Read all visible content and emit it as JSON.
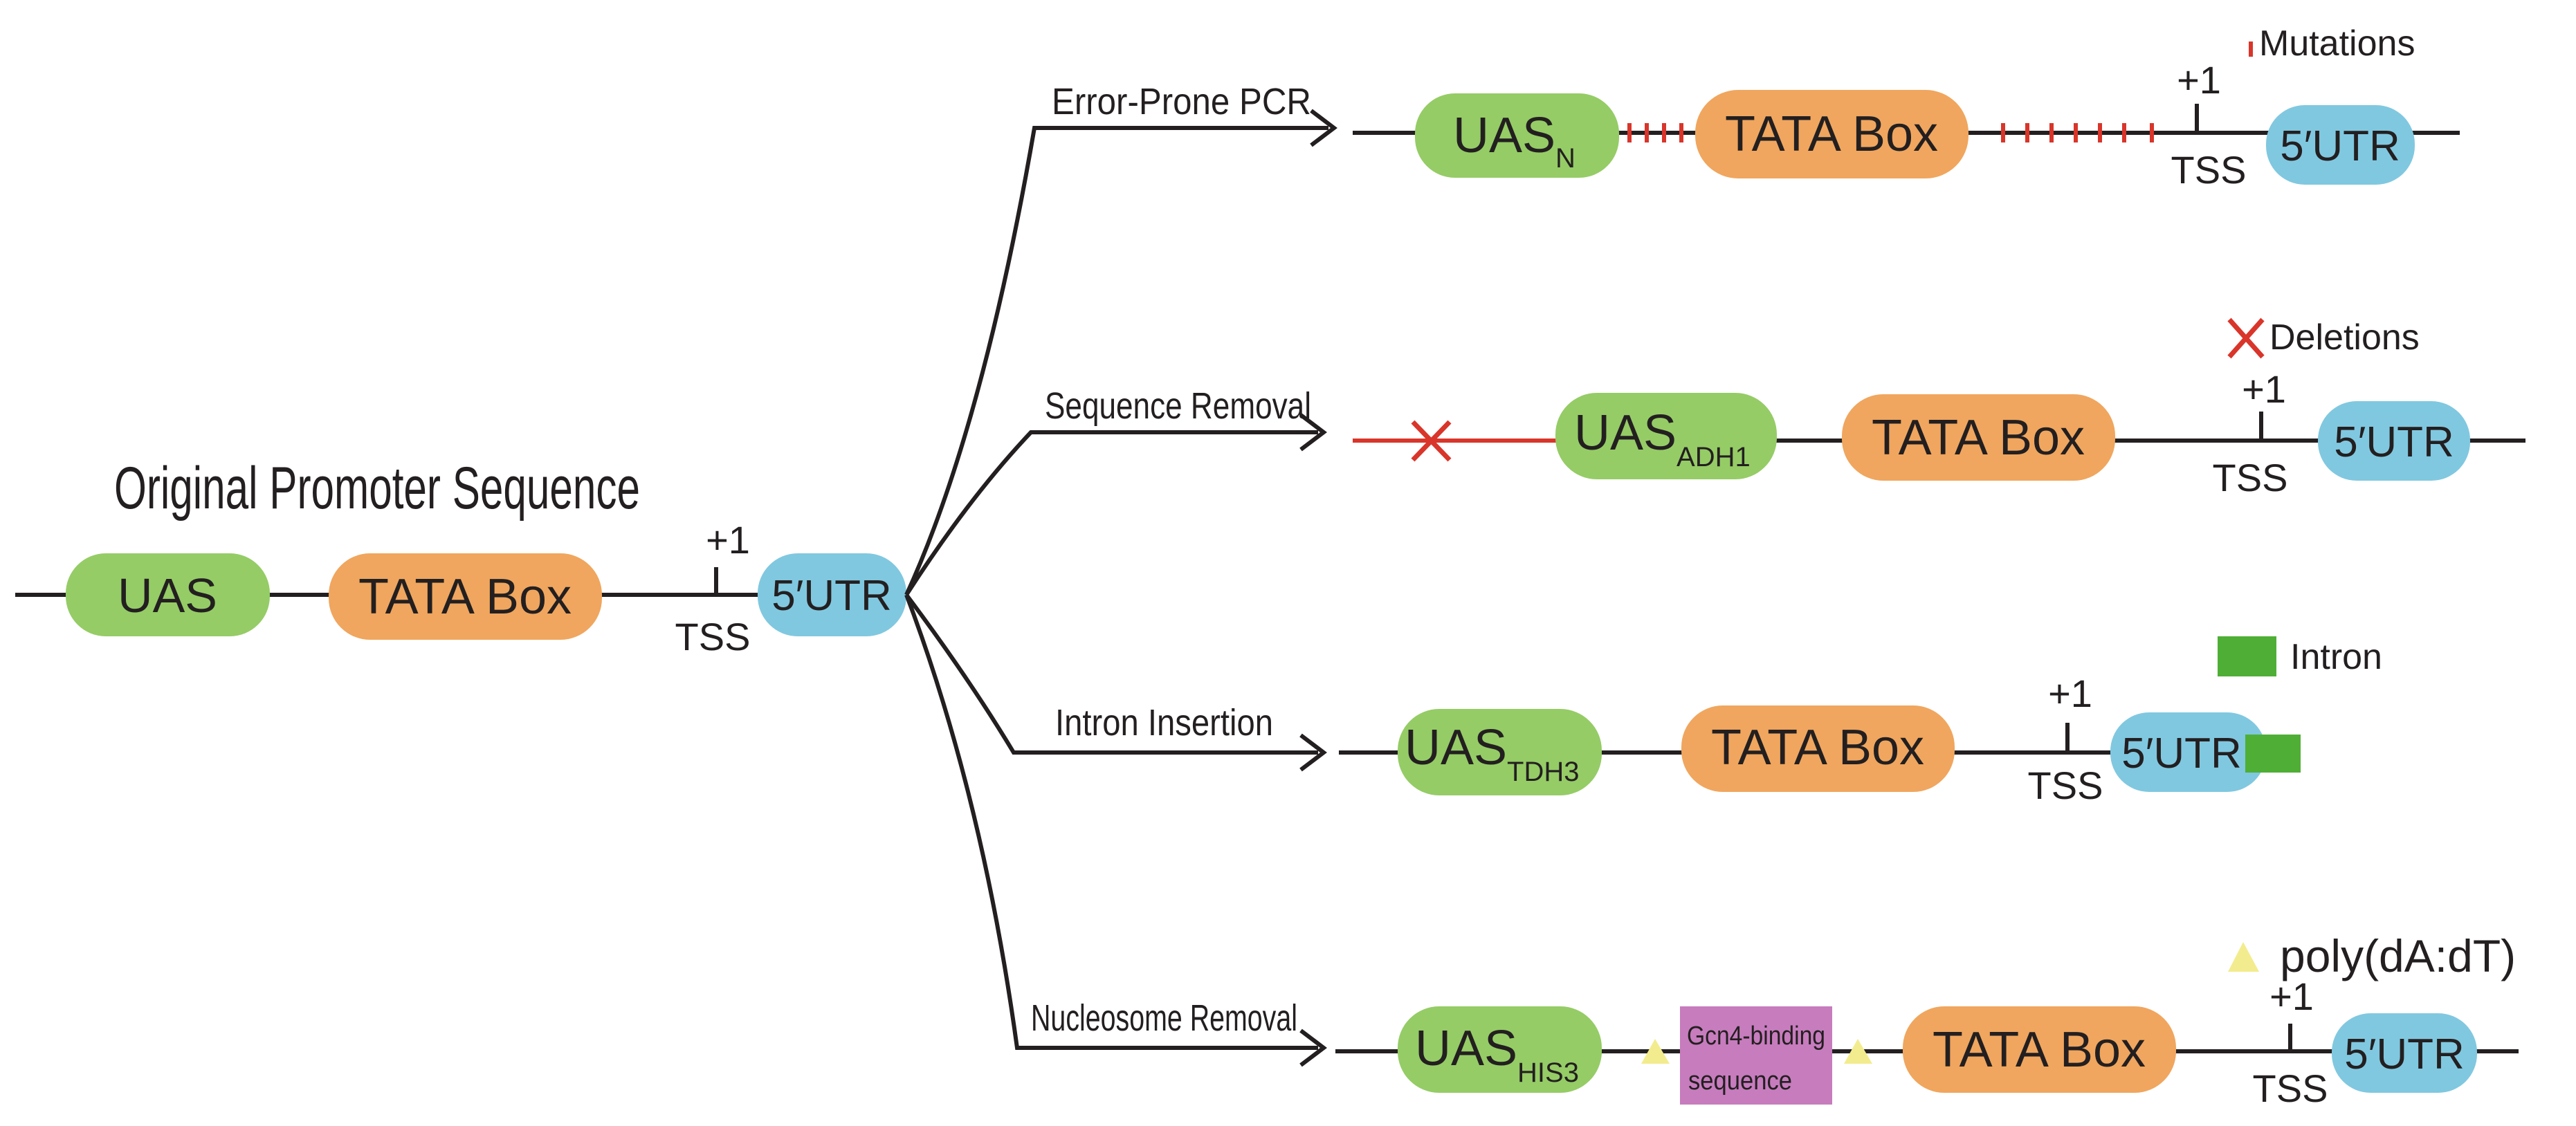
{
  "title": "Original Promoter Sequence",
  "colors": {
    "uas": "#95cc66",
    "tata": "#f0a65e",
    "utr": "#80c8e0",
    "mutation": "#d9352a",
    "deletion": "#d9352a",
    "intron": "#4fae35",
    "polyA": "#f3ec8e",
    "gcn4": "#c77cbe",
    "line": "#231f20"
  },
  "original": {
    "uas": "UAS",
    "tata": "TATA Box",
    "utr": "5′UTR",
    "plus_one": "+1",
    "tss": "TSS"
  },
  "branches": [
    {
      "method": "Error-Prone PCR",
      "uas": "UAS",
      "uas_sub": "N",
      "tata": "TATA Box",
      "utr": "5′UTR",
      "plus_one": "+1",
      "tss": "TSS"
    },
    {
      "method": "Sequence Removal",
      "uas": "UAS",
      "uas_sub": "ADH1",
      "tata": "TATA Box",
      "utr": "5′UTR",
      "plus_one": "+1",
      "tss": "TSS"
    },
    {
      "method": "Intron Insertion",
      "uas": "UAS",
      "uas_sub": "TDH3",
      "tata": "TATA Box",
      "utr": "5′UTR",
      "plus_one": "+1",
      "tss": "TSS"
    },
    {
      "method": "Nucleosome Removal",
      "uas": "UAS",
      "uas_sub": "HIS3",
      "gcn4_line1": "Gcn4-binding",
      "gcn4_line2": "sequence",
      "tata": "TATA Box",
      "utr": "5′UTR",
      "plus_one": "+1",
      "tss": "TSS"
    }
  ],
  "legend": {
    "mutations": "Mutations",
    "deletions": "Deletions",
    "intron": "Intron",
    "polyA": "poly(dA:dT)"
  }
}
